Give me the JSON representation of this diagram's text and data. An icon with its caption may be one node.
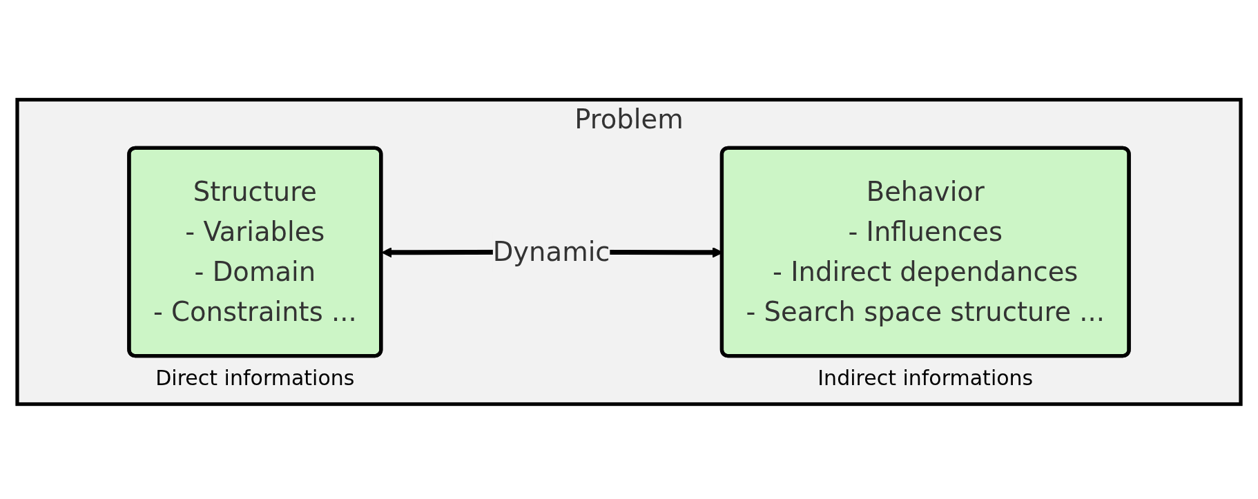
{
  "diagram": {
    "nodes": [
      {
        "text": [
          "Problem"
        ]
      },
      {
        "text": [
          "Structure",
          "- Variables",
          "- Domain",
          "- Constraints ..."
        ],
        "in": 0,
        "beside": [
          "Direct informations"
        ]
      },
      {
        "text": [
          "Behavior",
          "- Influences",
          "- Indirect dependances",
          "- Search space structure ..."
        ],
        "in": 0,
        "beside": [
          "Indirect informations"
        ]
      }
    ],
    "edges": [
      {
        "from": 1,
        "to": 2,
        "arrow": "both",
        "label": "Dynamic"
      }
    ]
  }
}
